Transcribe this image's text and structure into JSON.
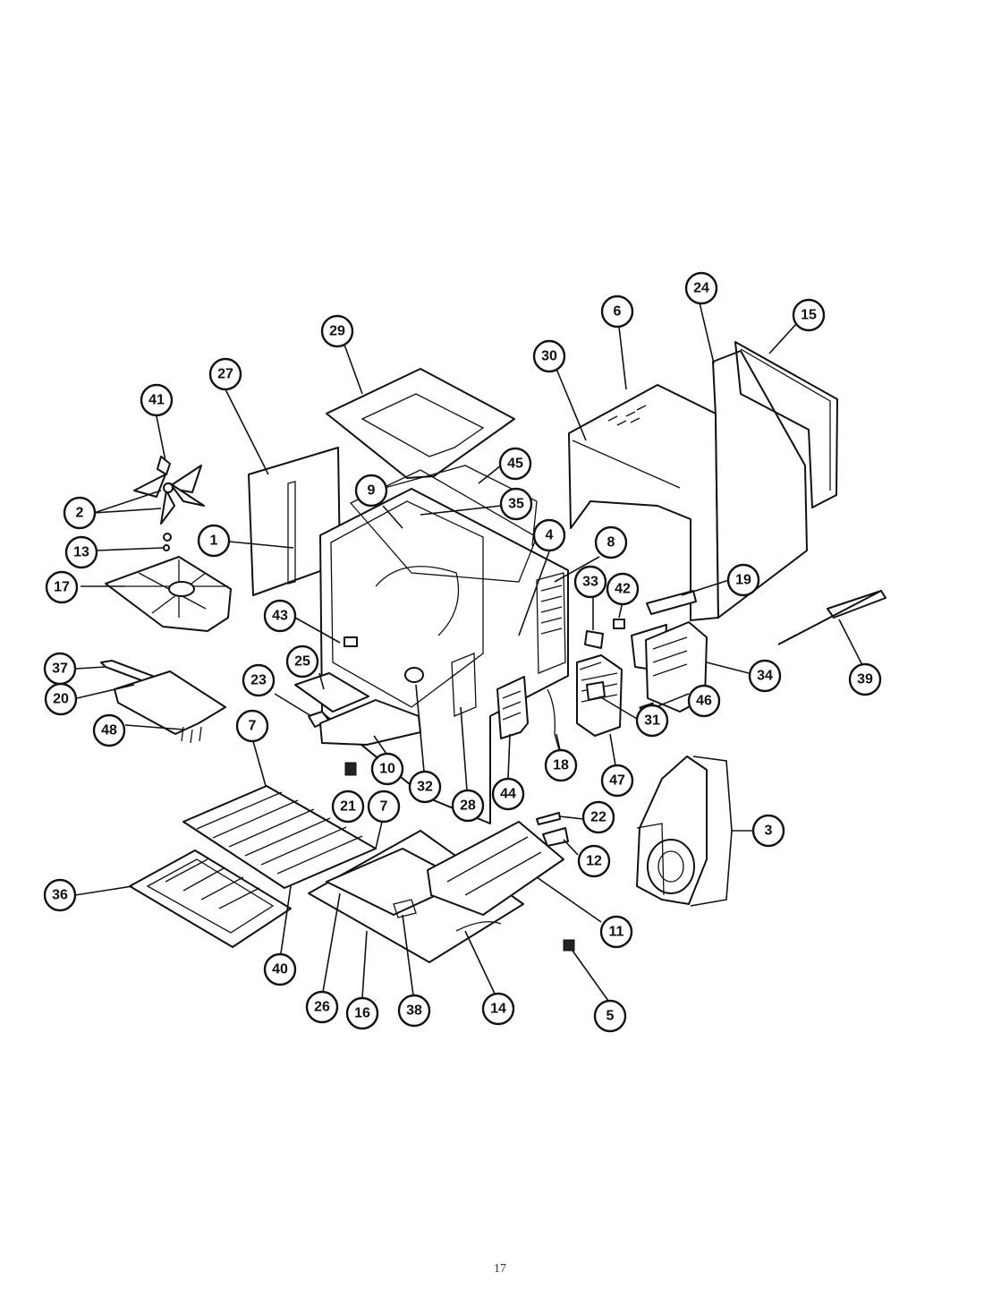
{
  "page_number": "17",
  "callouts": [
    {
      "id": "41",
      "label": "41"
    },
    {
      "id": "27",
      "label": "27"
    },
    {
      "id": "29",
      "label": "29"
    },
    {
      "id": "30",
      "label": "30"
    },
    {
      "id": "6",
      "label": "6"
    },
    {
      "id": "24",
      "label": "24"
    },
    {
      "id": "15",
      "label": "15"
    },
    {
      "id": "45",
      "label": "45"
    },
    {
      "id": "9",
      "label": "9"
    },
    {
      "id": "35",
      "label": "35"
    },
    {
      "id": "2",
      "label": "2"
    },
    {
      "id": "13",
      "label": "13"
    },
    {
      "id": "1",
      "label": "1"
    },
    {
      "id": "4",
      "label": "4"
    },
    {
      "id": "8",
      "label": "8"
    },
    {
      "id": "17",
      "label": "17"
    },
    {
      "id": "33",
      "label": "33"
    },
    {
      "id": "42",
      "label": "42"
    },
    {
      "id": "19",
      "label": "19"
    },
    {
      "id": "43",
      "label": "43"
    },
    {
      "id": "37",
      "label": "37"
    },
    {
      "id": "25",
      "label": "25"
    },
    {
      "id": "23",
      "label": "23"
    },
    {
      "id": "34",
      "label": "34"
    },
    {
      "id": "39",
      "label": "39"
    },
    {
      "id": "46",
      "label": "46"
    },
    {
      "id": "20",
      "label": "20"
    },
    {
      "id": "7a",
      "label": "7"
    },
    {
      "id": "31",
      "label": "31"
    },
    {
      "id": "48",
      "label": "48"
    },
    {
      "id": "10",
      "label": "10"
    },
    {
      "id": "32",
      "label": "32"
    },
    {
      "id": "28",
      "label": "28"
    },
    {
      "id": "18",
      "label": "18"
    },
    {
      "id": "47",
      "label": "47"
    },
    {
      "id": "44",
      "label": "44"
    },
    {
      "id": "21",
      "label": "21"
    },
    {
      "id": "7b",
      "label": "7"
    },
    {
      "id": "22",
      "label": "22"
    },
    {
      "id": "3",
      "label": "3"
    },
    {
      "id": "12",
      "label": "12"
    },
    {
      "id": "36",
      "label": "36"
    },
    {
      "id": "11",
      "label": "11"
    },
    {
      "id": "40",
      "label": "40"
    },
    {
      "id": "26",
      "label": "26"
    },
    {
      "id": "16",
      "label": "16"
    },
    {
      "id": "38",
      "label": "38"
    },
    {
      "id": "14",
      "label": "14"
    },
    {
      "id": "5",
      "label": "5"
    }
  ]
}
